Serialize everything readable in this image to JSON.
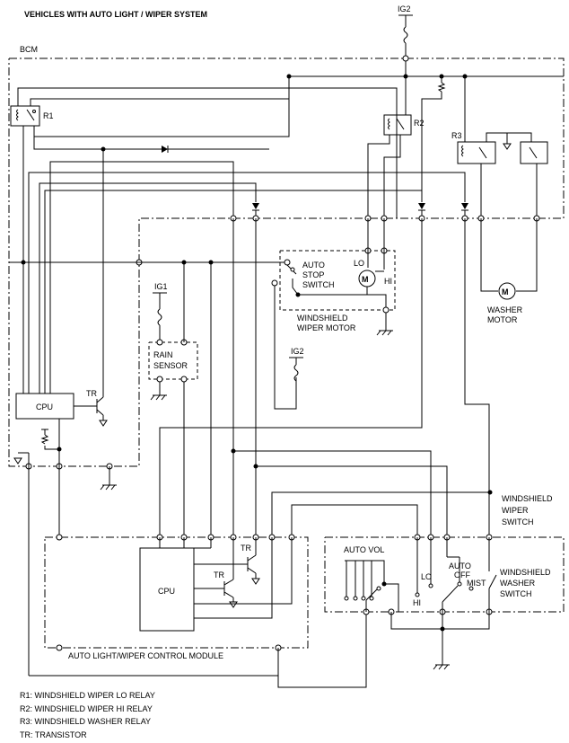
{
  "title": "VEHICLES WITH AUTO LIGHT / WIPER SYSTEM",
  "modules": {
    "bcm": "BCM",
    "cpu_bcm": "CPU",
    "cpu_module": "CPU",
    "control_module": "AUTO LIGHT/WIPER CONTROL MODULE"
  },
  "power": {
    "ig2_top": "IG2",
    "ig1": "IG1",
    "ig2_mid": "IG2"
  },
  "relays": {
    "r1": "R1",
    "r2": "R2",
    "r3": "R3"
  },
  "transistors": {
    "tr_bcm": "TR",
    "tr_mod1": "TR",
    "tr_mod2": "TR"
  },
  "wiper_motor": {
    "stop_switch_l1": "AUTO",
    "stop_switch_l2": "STOP",
    "stop_switch_l3": "SWITCH",
    "name_l1": "WINDSHIELD",
    "name_l2": "WIPER MOTOR",
    "lo": "LO",
    "hi": "HI",
    "m": "M"
  },
  "washer_motor": {
    "l1": "WASHER",
    "l2": "MOTOR",
    "m": "M"
  },
  "rain_sensor": {
    "l1": "RAIN",
    "l2": "SENSOR"
  },
  "wiper_switch": {
    "title_l1": "WINDSHIELD",
    "title_l2": "WIPER",
    "title_l3": "SWITCH",
    "auto_vol": "AUTO VOL",
    "lo": "LO",
    "hi": "HI",
    "auto": "AUTO",
    "off": "OFF",
    "mist": "MIST",
    "washer_l1": "WINDSHIELD",
    "washer_l2": "WASHER",
    "washer_l3": "SWITCH"
  },
  "legend": [
    "R1: WINDSHIELD WIPER LO RELAY",
    "R2: WINDSHIELD WIPER HI RELAY",
    "R3: WINDSHIELD WASHER RELAY",
    "TR: TRANSISTOR"
  ]
}
